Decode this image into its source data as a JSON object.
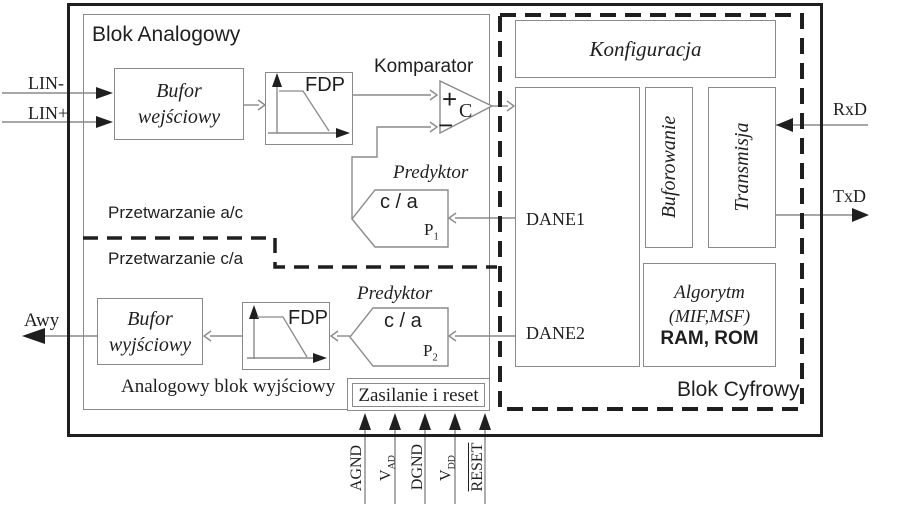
{
  "diagram": {
    "analog": {
      "title": "Blok Analogowy",
      "section_ac_label": "Przetwarzanie a/c",
      "section_ca_label": "Przetwarzanie c/a",
      "output_section_label": "Analogowy blok wyjściowy",
      "power_reset_label": "Zasilanie i reset",
      "input_buffer": {
        "line1": "Bufor",
        "line2": "wejściowy"
      },
      "output_buffer": {
        "line1": "Bufor",
        "line2": "wyjściowy"
      },
      "fdp_top_label": "FDP",
      "fdp_bottom_label": "FDP",
      "comparator": {
        "title": "Komparator",
        "plus": "+",
        "minus": "−",
        "label": "C"
      },
      "predictor_top": {
        "title": "Predyktor",
        "converter": "c / a",
        "name": "P",
        "index": "1"
      },
      "predictor_bottom": {
        "title": "Predyktor",
        "converter": "c / a",
        "name": "P",
        "index": "2"
      }
    },
    "digital": {
      "title": "Blok Cyfrowy",
      "konfiguracja_label": "Konfiguracja",
      "dane1_label": "DANE1",
      "dane2_label": "DANE2",
      "buforowanie_label": "Buforowanie",
      "transmisja_label": "Transmisja",
      "algorytm": {
        "line1": "Algorytm",
        "line2": "(MIF,MSF)",
        "line3": "RAM, ROM"
      }
    },
    "pins": {
      "lin_minus": "LIN-",
      "lin_plus": "LIN+",
      "awy": "Awy",
      "rxd": "RxD",
      "txd": "TxD",
      "bottom": [
        {
          "base": "AGND",
          "sub": ""
        },
        {
          "base": "V",
          "sub": "AD"
        },
        {
          "base": "DGND",
          "sub": ""
        },
        {
          "base": "V",
          "sub": "DD"
        },
        {
          "base": "RESET",
          "sub": ""
        }
      ]
    },
    "colors": {
      "ink": "#1f1f1f",
      "line_gray": "#8a8a8a",
      "background": "#ffffff"
    }
  }
}
